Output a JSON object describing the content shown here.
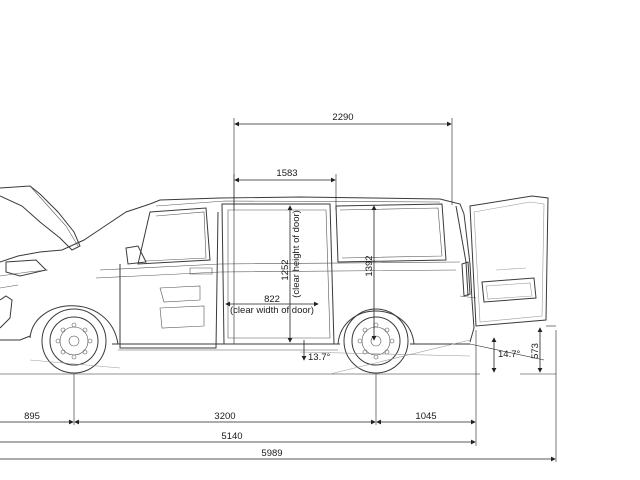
{
  "dimensions": {
    "d2290": "2290",
    "d1583": "1583",
    "d1252": "1252",
    "d1252_note": "(clear height of door)",
    "d822": "822",
    "d822_note": "(clear width of door)",
    "d1392": "1392",
    "d13_7": "13.7°",
    "d14_7": "14.7°",
    "d573": "573",
    "d895": "895",
    "d3200": "3200",
    "d1045": "1045",
    "d5140": "5140",
    "d5989": "5989"
  }
}
